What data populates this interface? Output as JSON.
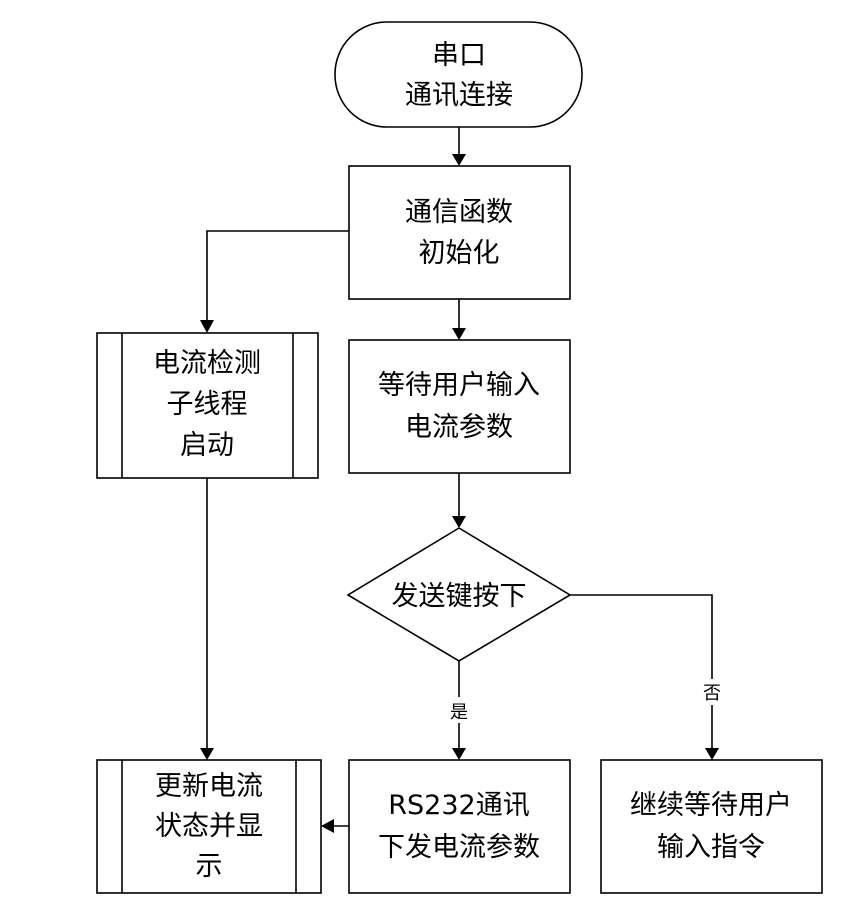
{
  "nodes": {
    "start": {
      "lines": [
        "串口",
        "通讯连接"
      ]
    },
    "init": {
      "lines": [
        "通信函数",
        "初始化"
      ]
    },
    "wait_input": {
      "lines": [
        "等待用户输入",
        "电流参数"
      ]
    },
    "detect_thread": {
      "lines": [
        "电流检测",
        "子线程",
        "启动"
      ]
    },
    "send_key": {
      "lines": [
        "发送键按下"
      ]
    },
    "rs232_send": {
      "lines": [
        "RS232通讯",
        "下发电流参数"
      ]
    },
    "continue_wait": {
      "lines": [
        "继续等待用户",
        "输入指令"
      ]
    },
    "update_display": {
      "lines": [
        "更新电流",
        "状态并显",
        "示"
      ]
    }
  },
  "edge_labels": {
    "yes": "是",
    "no": "否"
  }
}
